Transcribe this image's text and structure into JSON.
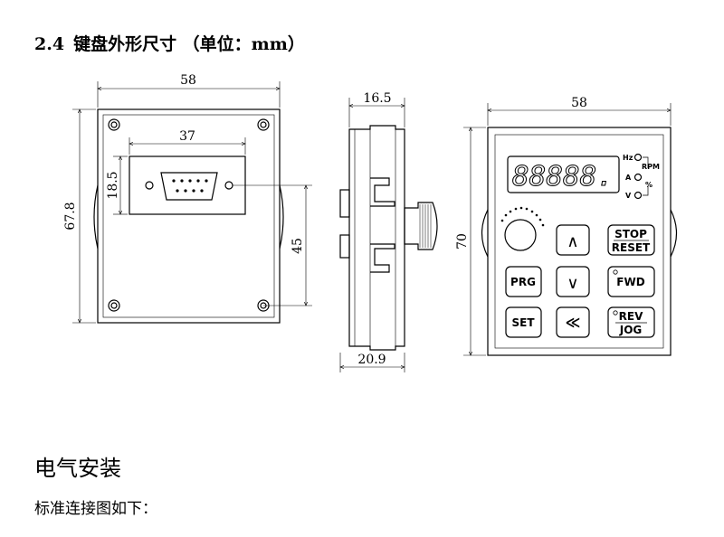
{
  "heading": {
    "number": "2.4",
    "text": "键盘外形尺寸 （单位：mm）"
  },
  "dimensions": {
    "back_width": "58",
    "back_height": "67.8",
    "connector_width": "37",
    "connector_height": "18.5",
    "mount_height": "45",
    "side_top_depth": "16.5",
    "side_bottom_depth": "20.9",
    "front_width": "58",
    "front_height": "70"
  },
  "front_panel": {
    "display": "88888.",
    "indicators": {
      "hz": "Hz",
      "a": "A",
      "v": "V",
      "rpm": "RPM",
      "percent": "%"
    },
    "keys": {
      "up": "∧",
      "stop_top": "STOP",
      "stop_bottom": "RESET",
      "prg": "PRG",
      "down": "∨",
      "fwd": "FWD",
      "set": "SET",
      "shift": "≪",
      "rev_top": "REV",
      "rev_bottom": "JOG"
    }
  },
  "section_title": "电气安装",
  "body_text": "标准连接图如下："
}
